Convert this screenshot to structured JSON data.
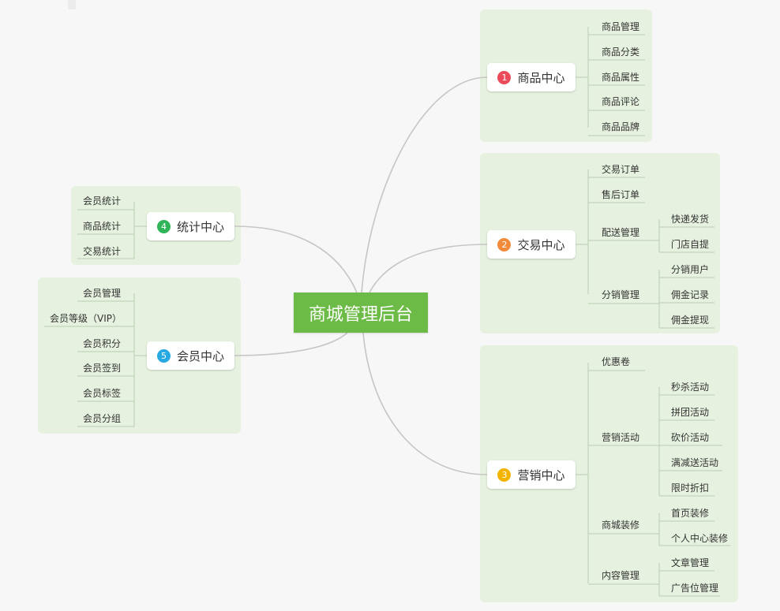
{
  "root": {
    "label": "商城管理后台"
  },
  "colors": {
    "root": "#6dbb47",
    "group_bg": "#e6f2df",
    "connector": "#c6c6c6",
    "leaf_line": "#b9cdb0",
    "badge_1": "#ea4a59",
    "badge_2": "#f28a3c",
    "badge_3": "#f3b400",
    "badge_4": "#2fb45a",
    "badge_5": "#27a9e1"
  },
  "branches": {
    "b1": {
      "number": "1",
      "label": "商品中心",
      "items": {
        "i1": "商品管理",
        "i2": "商品分类",
        "i3": "商品属性",
        "i4": "商品评论",
        "i5": "商品品牌"
      }
    },
    "b2": {
      "number": "2",
      "label": "交易中心",
      "items": {
        "i1": "交易订单",
        "i2": "售后订单",
        "i3": {
          "label": "配送管理",
          "children": {
            "c1": "快递发货",
            "c2": "门店自提"
          }
        },
        "i4": {
          "label": "分销管理",
          "children": {
            "c1": "分销用户",
            "c2": "佣金记录",
            "c3": "佣金提现"
          }
        }
      }
    },
    "b3": {
      "number": "3",
      "label": "营销中心",
      "items": {
        "i1": "优惠卷",
        "i2": {
          "label": "营销活动",
          "children": {
            "c1": "秒杀活动",
            "c2": "拼团活动",
            "c3": "砍价活动",
            "c4": "满减送活动",
            "c5": "限时折扣"
          }
        },
        "i3": {
          "label": "商城装修",
          "children": {
            "c1": "首页装修",
            "c2": "个人中心装修"
          }
        },
        "i4": {
          "label": "内容管理",
          "children": {
            "c1": "文章管理",
            "c2": "广告位管理"
          }
        }
      }
    },
    "b4": {
      "number": "4",
      "label": "统计中心",
      "items": {
        "i1": "会员统计",
        "i2": "商品统计",
        "i3": "交易统计"
      }
    },
    "b5": {
      "number": "5",
      "label": "会员中心",
      "items": {
        "i1": "会员管理",
        "i2": "会员等级（VIP）",
        "i3": "会员积分",
        "i4": "会员签到",
        "i5": "会员标签",
        "i6": "会员分组"
      }
    }
  }
}
